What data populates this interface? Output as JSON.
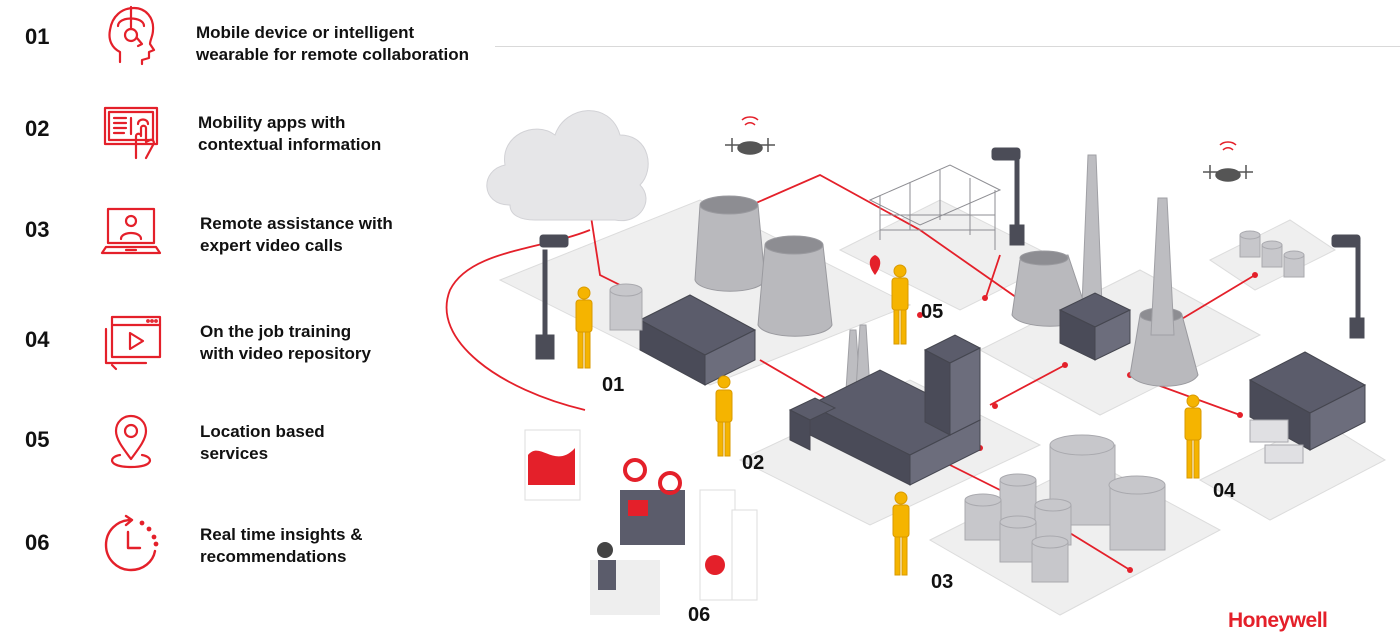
{
  "items": [
    {
      "num": "01",
      "line1": "Mobile device or intelligent",
      "line2": "wearable for remote collaboration",
      "icon": "headset-worker-icon"
    },
    {
      "num": "02",
      "line1": "Mobility apps with",
      "line2": "contextual information",
      "icon": "touch-document-icon"
    },
    {
      "num": "03",
      "line1": "Remote assistance with",
      "line2": "expert video calls",
      "icon": "laptop-video-call-icon"
    },
    {
      "num": "04",
      "line1": "On the job training",
      "line2": "with video repository",
      "icon": "video-player-icon"
    },
    {
      "num": "05",
      "line1": "Location based",
      "line2": "services",
      "icon": "location-pin-icon"
    },
    {
      "num": "06",
      "line1": "Real time insights &",
      "line2": "recommendations",
      "icon": "clock-refresh-icon"
    }
  ],
  "scene_labels": [
    "01",
    "02",
    "03",
    "04",
    "05",
    "06"
  ],
  "brand": "Honeywell",
  "colors": {
    "accent": "#e4202a",
    "text": "#111111",
    "building": "#5b5c6b",
    "plate": "#eeeeee",
    "worker": "#f5b400"
  }
}
